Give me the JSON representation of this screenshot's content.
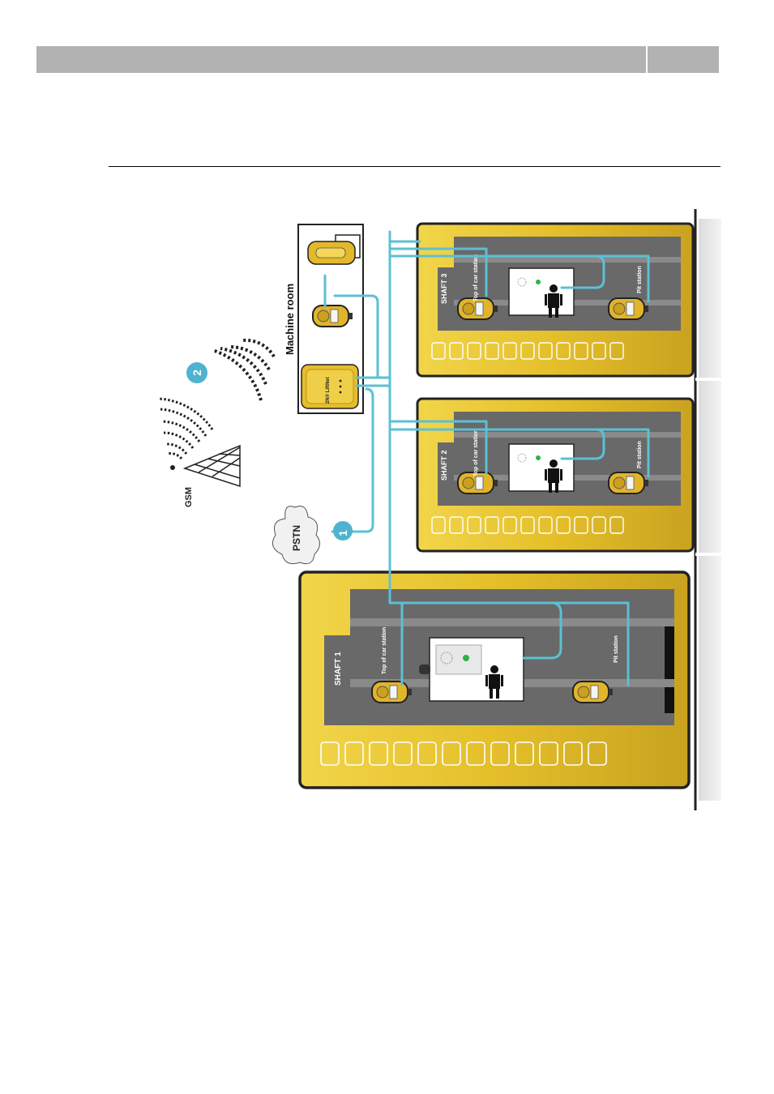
{
  "diagram": {
    "machine_room_label": "Machine room",
    "lift_device_label": "2N® LiftNet",
    "gsm_label": "GSM",
    "pstn_label": "PSTN",
    "badge_1": "1",
    "badge_2": "2",
    "shafts": [
      {
        "name": "SHAFT 3",
        "top_station_label": "Top of car station",
        "pit_station_label": "Pit station"
      },
      {
        "name": "SHAFT 2",
        "top_station_label": "Top of car station",
        "pit_station_label": "Pit station"
      },
      {
        "name": "SHAFT 1",
        "top_station_label": "Top of car station",
        "pit_station_label": "Pit station"
      }
    ]
  },
  "colors": {
    "cable": "#5cc0d4",
    "gold": "#e5c22c",
    "shaft_grey": "#6b6b6b",
    "badge": "#4fb3cf"
  }
}
